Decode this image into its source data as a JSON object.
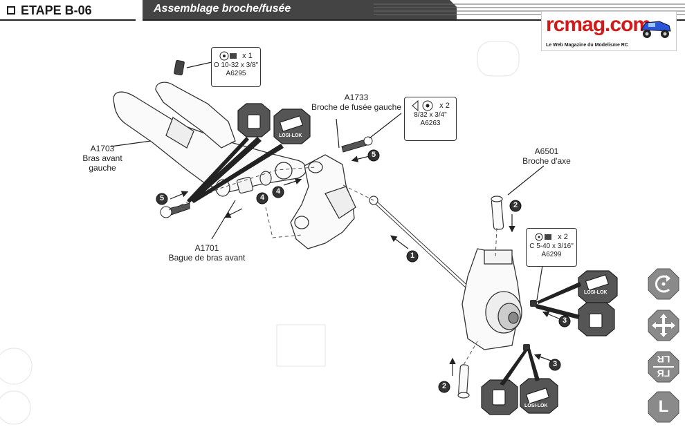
{
  "header": {
    "step_label": "ETAPE B-06",
    "title": "Assemblage broche/fusée"
  },
  "logo": {
    "name": "rcmag.com",
    "tagline": "Le Web Magazine du Modelisme RC"
  },
  "parts": {
    "a1703": {
      "code": "A1703",
      "line1": "Bras avant",
      "line2": "gauche"
    },
    "a1733": {
      "code": "A1733",
      "line1": "Broche de fusée gauche"
    },
    "a6501": {
      "code": "A6501",
      "line1": "Broche d'axe"
    },
    "a1701": {
      "code": "A1701",
      "line1": "Bague de bras avant"
    }
  },
  "callouts": {
    "screw_top": {
      "qty": "x 1",
      "size": "O 10-32 x 3/8\"",
      "code": "A6295"
    },
    "screw_right": {
      "qty": "x 2",
      "size": "8/32 x 3/4\"",
      "code": "A6263"
    },
    "set_screw": {
      "qty": "x 2",
      "size": "C 5-40 x 3/16\"",
      "code": "A6299"
    }
  },
  "losilok_label": "LOSI-LOK",
  "steps": {
    "s1": "1",
    "s2a": "2",
    "s2b": "2",
    "s3a": "3",
    "s3b": "3",
    "s4a": "4",
    "s4b": "4",
    "s5a": "5",
    "s5b": "5"
  },
  "nav_icons": [
    "rotate-icon",
    "move-arrows-icon",
    "left-right-icon",
    "left-icon"
  ],
  "nav": {
    "l_label": "L",
    "lr_label": "LR"
  },
  "colors": {
    "header_tab": "#444444",
    "logo_red": "#d11a1a",
    "nav_bg": "#8a8a8a"
  }
}
